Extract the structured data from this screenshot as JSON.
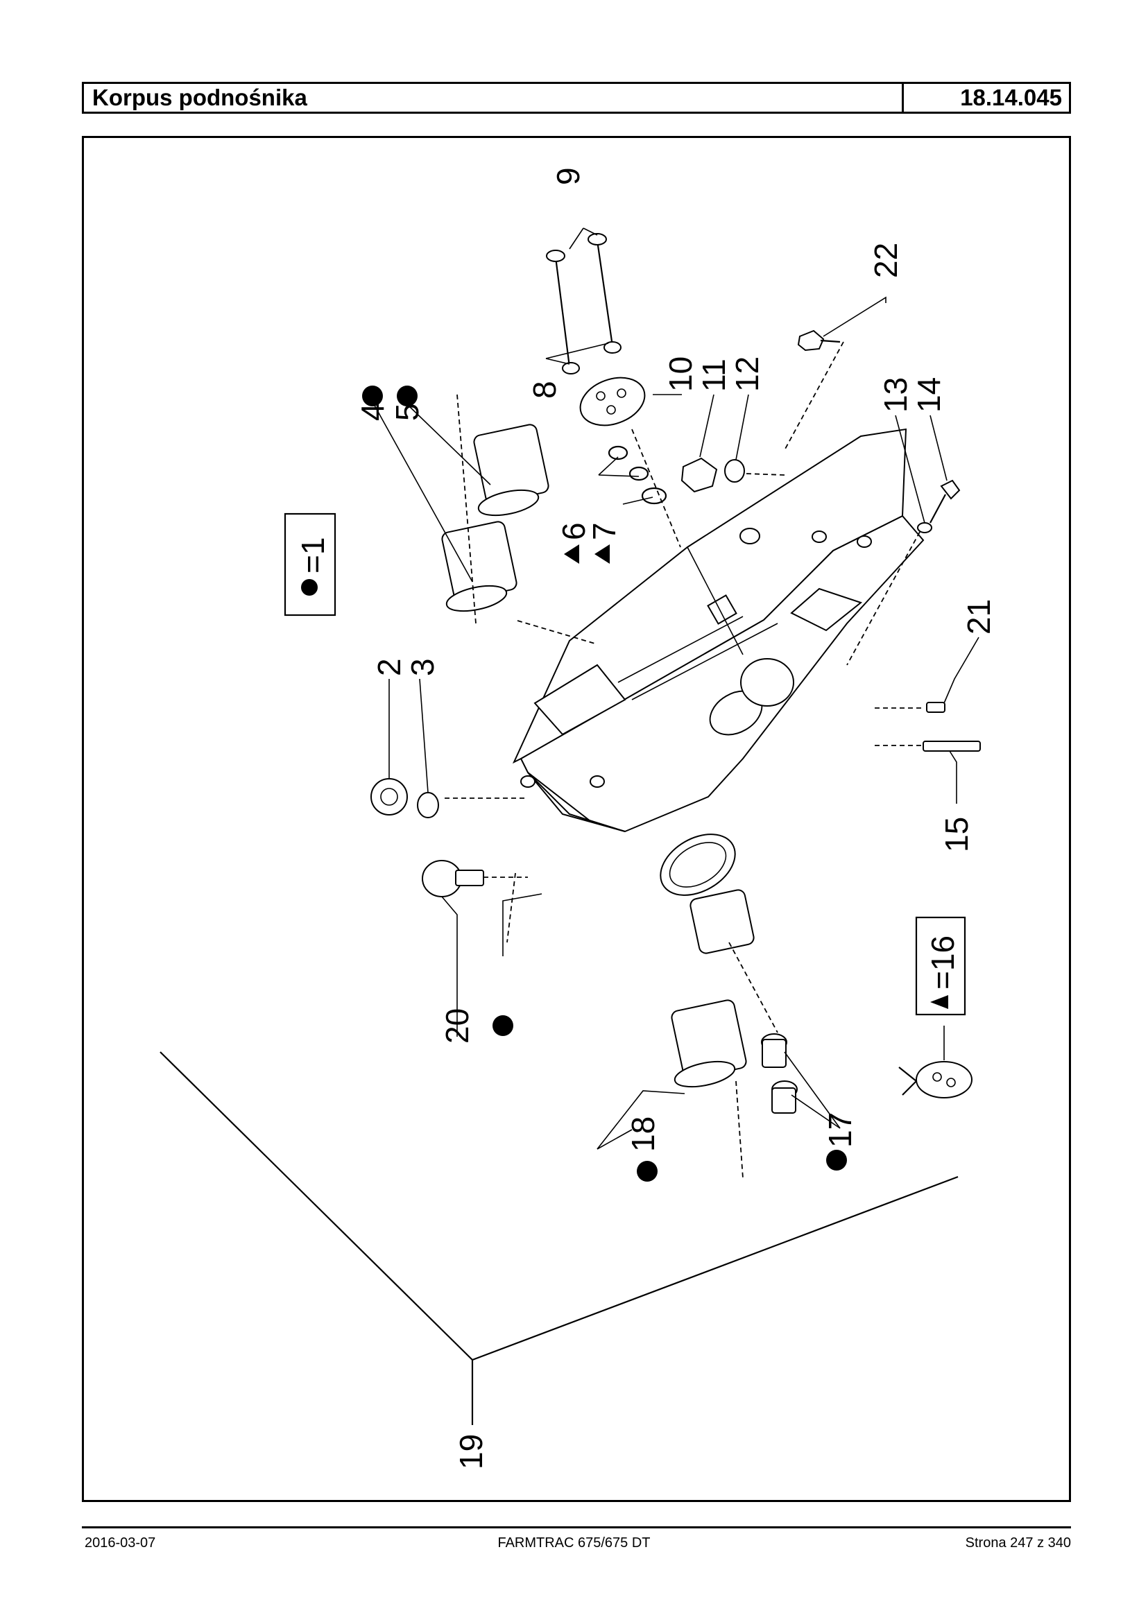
{
  "header": {
    "title": "Korpus podnośnika",
    "code": "18.14.045"
  },
  "diagram": {
    "callouts": [
      "2",
      "3",
      "4",
      "5",
      "6",
      "7",
      "8",
      "9",
      "10",
      "11",
      "12",
      "13",
      "14",
      "15",
      "17",
      "18",
      "19",
      "20",
      "21",
      "22"
    ],
    "legend_circle": "=1",
    "legend_triangle": "=16"
  },
  "footer": {
    "date": "2016-03-07",
    "model": "FARMTRAC 675/675 DT",
    "page": "Strona 247 z 340"
  }
}
